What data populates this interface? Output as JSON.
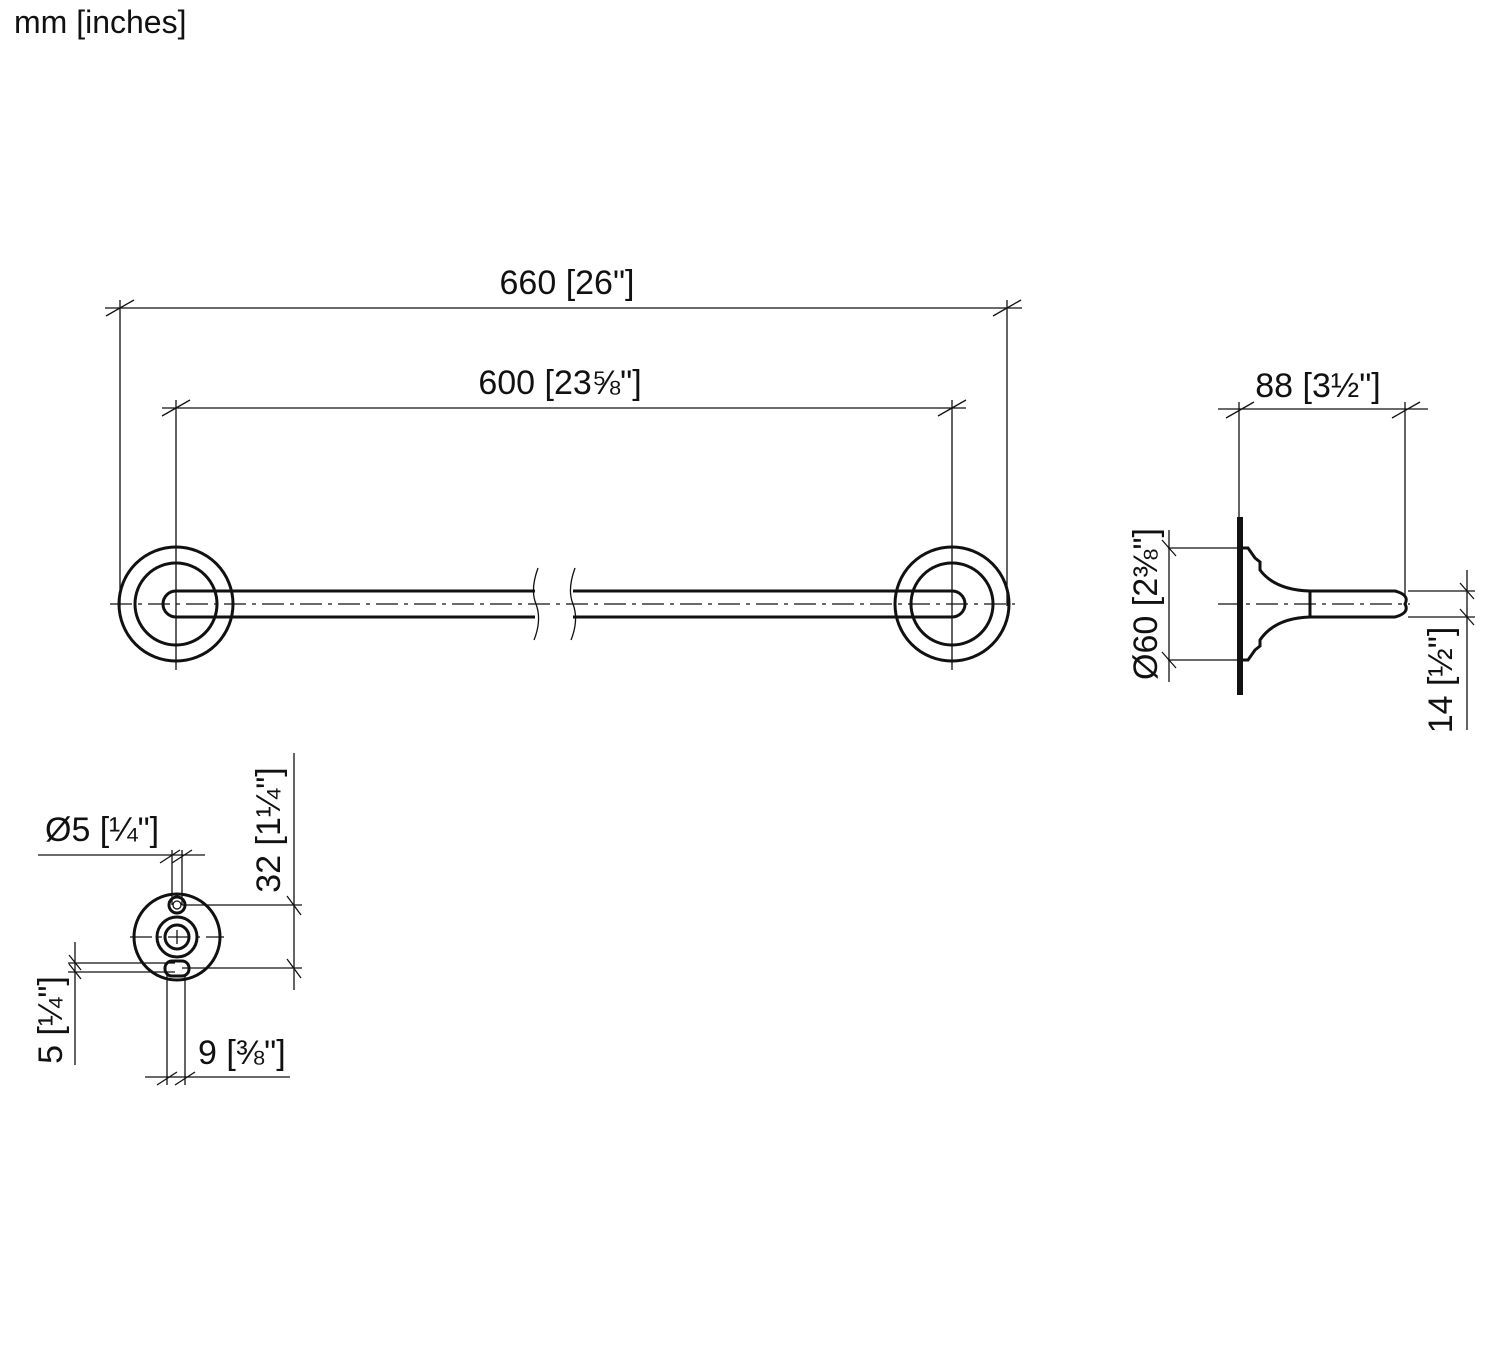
{
  "units_label": "mm [inches]",
  "front_view": {
    "overall_length": "660 [26\"]",
    "center_distance": "600 [23⅝\"]"
  },
  "side_view": {
    "projection": "88 [3½\"]",
    "rosette_diameter": "Ø60 [2⅜\"]",
    "rod_diameter": "14 [½\"]"
  },
  "mounting_plate": {
    "hole_diameter": "Ø5 [¼\"]",
    "hole_spacing": "32 [1¼\"]",
    "slot_height": "5 [¼\"]",
    "slot_width": "9 [⅜\"]"
  }
}
